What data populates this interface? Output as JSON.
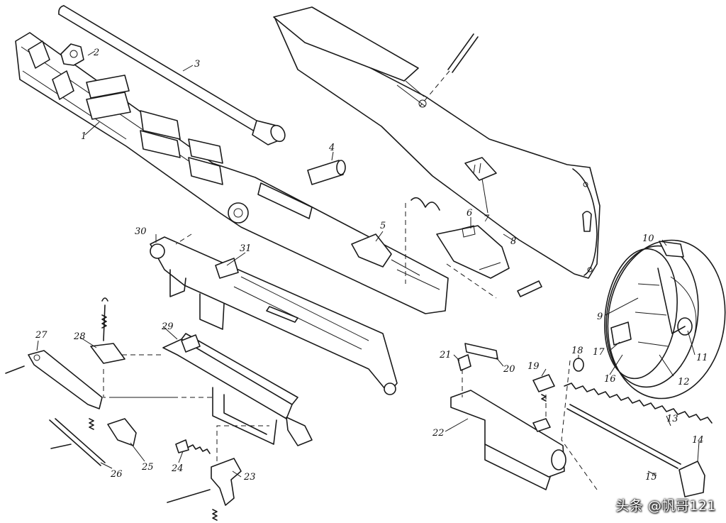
{
  "part_labels": [
    "1",
    "2",
    "3",
    "4",
    "5",
    "6",
    "7",
    "8",
    "9",
    "10",
    "11",
    "12",
    "13",
    "14",
    "15",
    "16",
    "17",
    "18",
    "19",
    "20",
    "21",
    "22",
    "23",
    "24",
    "25",
    "26",
    "27",
    "28",
    "29",
    "30",
    "31"
  ],
  "watermark": "头条 @帆哥121"
}
